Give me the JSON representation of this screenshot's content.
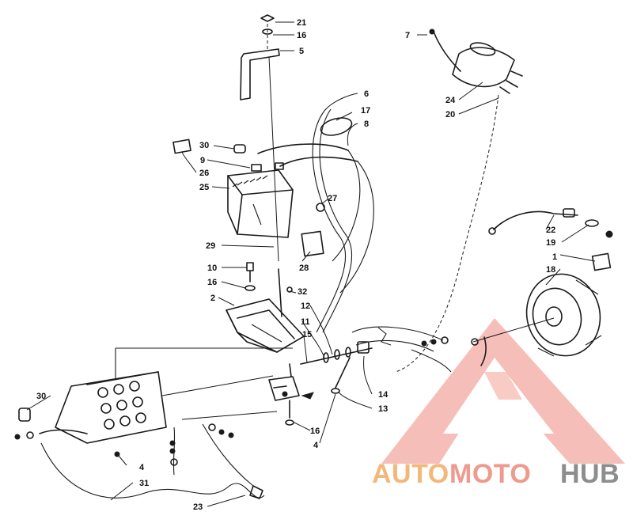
{
  "diagram": {
    "callouts": [
      "21",
      "16",
      "5",
      "7",
      "6",
      "17",
      "8",
      "24",
      "20",
      "30",
      "9",
      "26",
      "25",
      "27",
      "22",
      "19",
      "1",
      "18",
      "29",
      "28",
      "10",
      "16",
      "2",
      "32",
      "12",
      "11",
      "15",
      "14",
      "13",
      "30",
      "16",
      "4",
      "4",
      "31",
      "23"
    ]
  },
  "watermark": {
    "brand_part1": "AUTO",
    "brand_part2": "MOTO",
    "brand_part3": "HUB",
    "colors": {
      "auto": "#f3b77a",
      "moto": "#ee9a8e",
      "hub": "#8d8d8d",
      "logo": "#f29a90"
    }
  }
}
